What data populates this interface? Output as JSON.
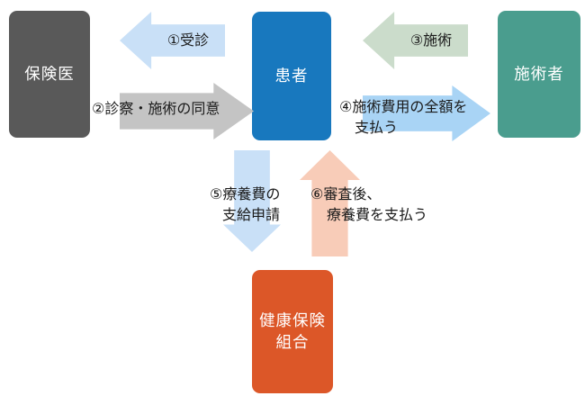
{
  "diagram": {
    "title_implicit": "",
    "nodes": {
      "insurance_doctor": {
        "label": "保険医"
      },
      "patient": {
        "label": "患者"
      },
      "practitioner": {
        "label": "施術者"
      },
      "insurance_union": {
        "line1": "健康保険",
        "line2": "組合"
      }
    },
    "arrows": {
      "a1": {
        "label": "①受診",
        "direction": "left",
        "from": "患者",
        "to": "保険医"
      },
      "a2": {
        "label": "②診察・施術の同意",
        "direction": "right",
        "from": "保険医",
        "to": "患者"
      },
      "a3": {
        "label": "③施術",
        "direction": "left",
        "from": "施術者",
        "to": "患者"
      },
      "a4": {
        "line1": "④施術費用の全額を",
        "line2": "支払う",
        "direction": "right",
        "from": "患者",
        "to": "施術者"
      },
      "a5": {
        "line1": "⑤療養費の",
        "line2": "支給申請",
        "direction": "down",
        "from": "患者",
        "to": "健康保険組合"
      },
      "a6": {
        "line1": "⑥審査後、",
        "line2": "療養費を支払う",
        "direction": "up",
        "from": "健康保険組合",
        "to": "患者"
      }
    },
    "colors": {
      "background": "#FFFFFF",
      "insurance_doctor_box": "#595959",
      "patient_box": "#1878BE",
      "practitioner_box": "#4A9D8E",
      "insurance_union_box": "#DC5728",
      "arrow_1_light_blue": "#C9E0F7",
      "arrow_2_gray": "#C4C4C4",
      "arrow_3_light_green": "#CBDCCB",
      "arrow_4_medium_blue": "#A9D4F5",
      "arrow_5_light_blue": "#C9E0F7",
      "arrow_6_light_orange": "#F8CCB8",
      "node_text": "#FFFFFF",
      "arrow_text": "#1A1A1A"
    }
  }
}
